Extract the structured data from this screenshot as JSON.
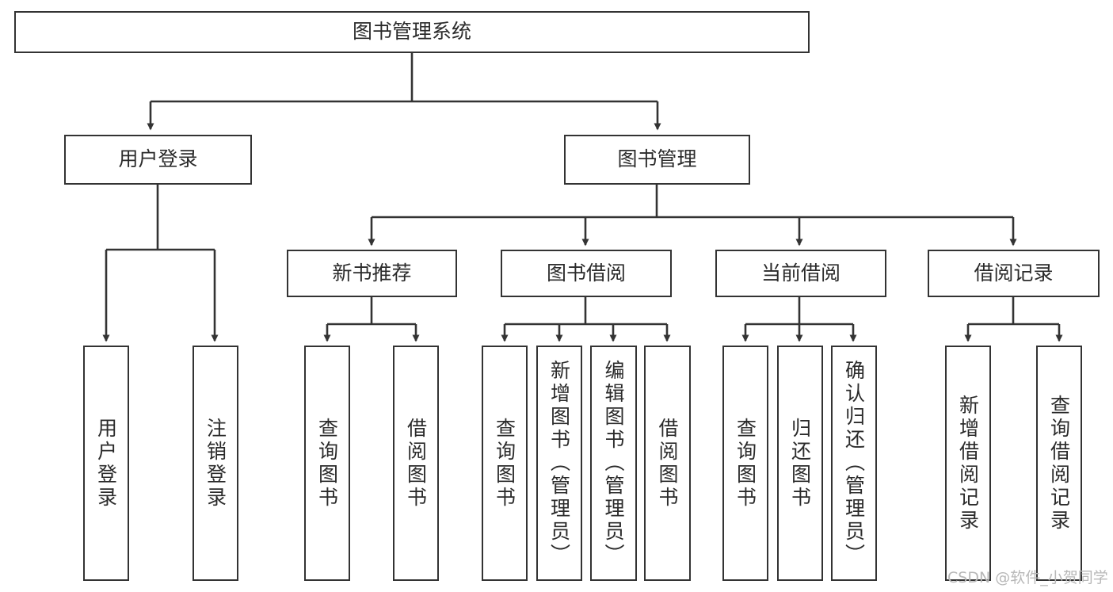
{
  "diagram": {
    "title": "图书管理系统",
    "type": "tree",
    "colors": {
      "box_border": "#333333",
      "box_fill": "#ffffff",
      "connector": "#333333",
      "text": "#2b2b2b",
      "watermark": "#b8b8b8",
      "background": "#ffffff"
    },
    "nodes": {
      "root": {
        "label": "图书管理系统"
      },
      "level2": [
        {
          "id": "user-login",
          "label": "用户登录"
        },
        {
          "id": "book-manage",
          "label": "图书管理"
        }
      ],
      "level3": [
        {
          "id": "new-book-recommend",
          "label": "新书推荐"
        },
        {
          "id": "book-borrow",
          "label": "图书借阅"
        },
        {
          "id": "current-borrow",
          "label": "当前借阅"
        },
        {
          "id": "borrow-record",
          "label": "借阅记录"
        }
      ],
      "leaves": {
        "user-login": [
          {
            "id": "leaf-user-login",
            "label": "用户登录"
          },
          {
            "id": "leaf-logout",
            "label": "注销登录"
          }
        ],
        "new-book-recommend": [
          {
            "id": "leaf-query-book-1",
            "label": "查询图书"
          },
          {
            "id": "leaf-borrow-book-1",
            "label": "借阅图书"
          }
        ],
        "book-borrow": [
          {
            "id": "leaf-query-book-2",
            "label": "查询图书"
          },
          {
            "id": "leaf-add-book",
            "label": "新增图书（管理员）"
          },
          {
            "id": "leaf-edit-book",
            "label": "编辑图书（管理员）"
          },
          {
            "id": "leaf-borrow-book-2",
            "label": "借阅图书"
          }
        ],
        "current-borrow": [
          {
            "id": "leaf-query-book-3",
            "label": "查询图书"
          },
          {
            "id": "leaf-return-book",
            "label": "归还图书"
          },
          {
            "id": "leaf-confirm-return",
            "label": "确认归还（管理员）"
          }
        ],
        "borrow-record": [
          {
            "id": "leaf-add-record",
            "label": "新增借阅记录"
          },
          {
            "id": "leaf-query-record",
            "label": "查询借阅记录"
          }
        ]
      }
    },
    "watermark": "CSDN @软件_小贺同学"
  }
}
